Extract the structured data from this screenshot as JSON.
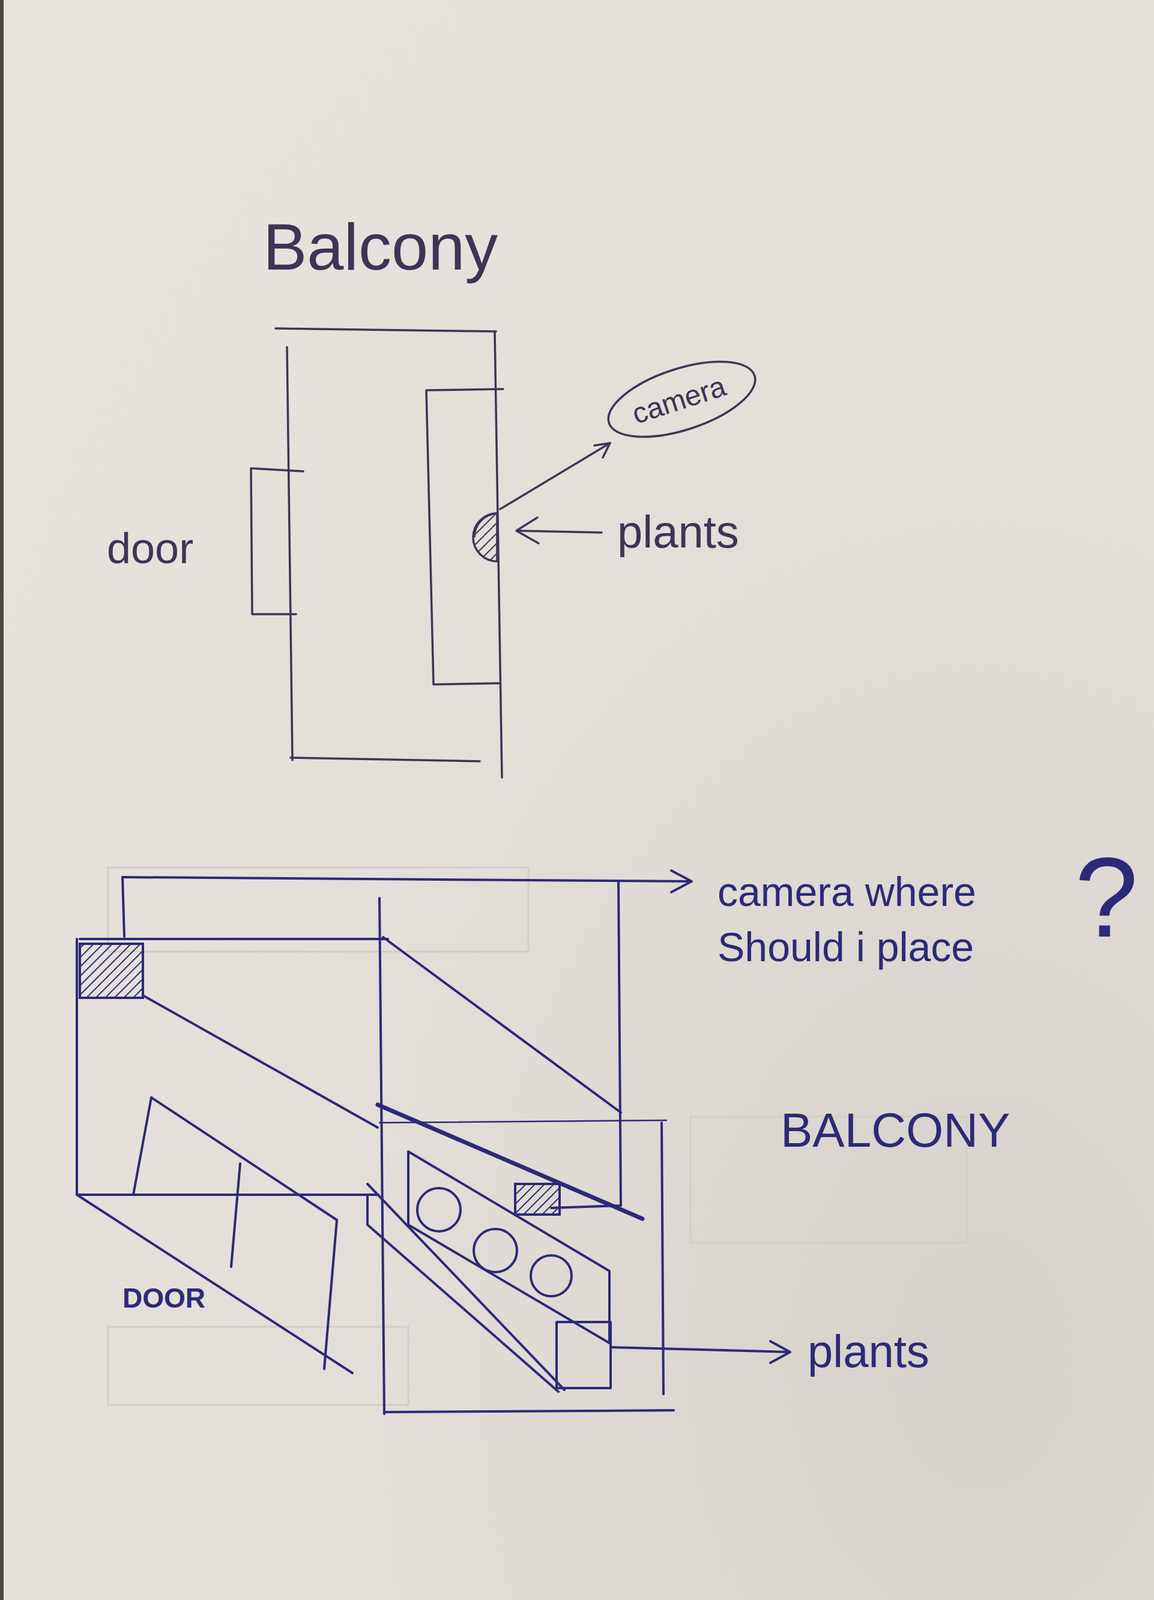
{
  "diagram": {
    "title": "Balcony",
    "nodes": [
      {
        "text": [
          "camera"
        ]
      }
    ],
    "labels": [
      "door",
      "plants",
      "camera where Should i place",
      "?",
      "BALCONY",
      "DOOR",
      "plants"
    ]
  }
}
